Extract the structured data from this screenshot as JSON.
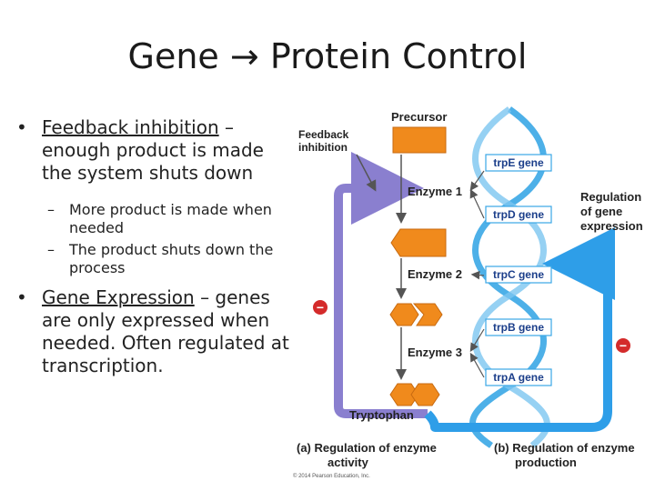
{
  "slide": {
    "title_left": "Gene",
    "title_arrow": "→",
    "title_right": "Protein Control"
  },
  "bullets": {
    "b1": {
      "term": "Feedback inhibition",
      "rest": " – enough product is made the system shuts down",
      "subs": [
        "More product is made when needed",
        "The product shuts down the process"
      ]
    },
    "b2": {
      "term": "Gene Expression",
      "rest": " – genes are only expressed when needed. Often regulated at transcription."
    }
  },
  "figure": {
    "precursor": "Precursor",
    "feedback_line1": "Feedback",
    "feedback_line2": "inhibition",
    "enzyme1": "Enzyme 1",
    "enzyme2": "Enzyme 2",
    "enzyme3": "Enzyme 3",
    "tryptophan": "Tryptophan",
    "regulation_line1": "Regulation",
    "regulation_line2": "of gene",
    "regulation_line3": "expression",
    "genes": [
      "trpE gene",
      "trpD gene",
      "trpC gene",
      "trpB gene",
      "trpA gene"
    ],
    "minus": "−",
    "caption_a_line1": "(a) Regulation of enzyme",
    "caption_a_line2": "activity",
    "caption_b_line1": "(b) Regulation of enzyme",
    "caption_b_line2": "production",
    "copyright": "© 2014 Pearson Education, Inc.",
    "colors": {
      "orange": "#f08a1c",
      "purple": "#8a7fcf",
      "blue": "#2e9ee8",
      "dna": "#3aa7e6",
      "minus_red": "#d42b2b"
    }
  }
}
